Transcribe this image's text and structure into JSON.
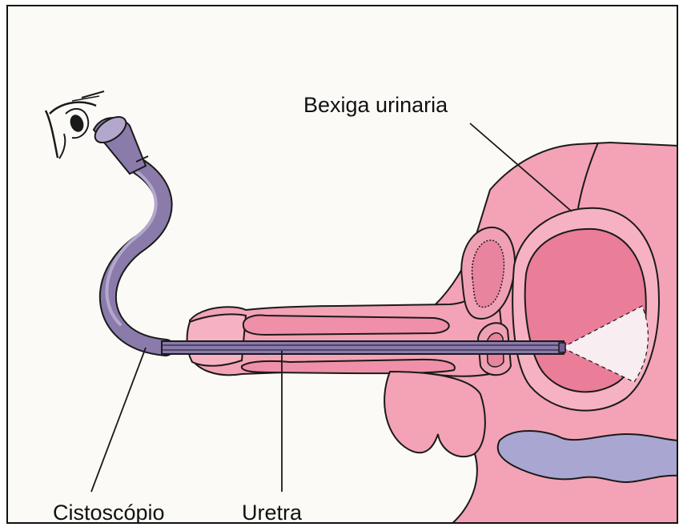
{
  "labels": {
    "bladder": "Bexiga urinaria",
    "cystoscope": "Cistoscópio",
    "urethra": "Uretra"
  },
  "colors": {
    "tissue": "#f3a3b5",
    "tissue_dark": "#ea7d98",
    "tissue_light": "#f8c6d1",
    "instrument": "#8a7bab",
    "instrument_light": "#b3a8cc",
    "outline": "#1a1a1a",
    "rectum": "#a9a6d2",
    "paper": "#fbfaf6"
  }
}
